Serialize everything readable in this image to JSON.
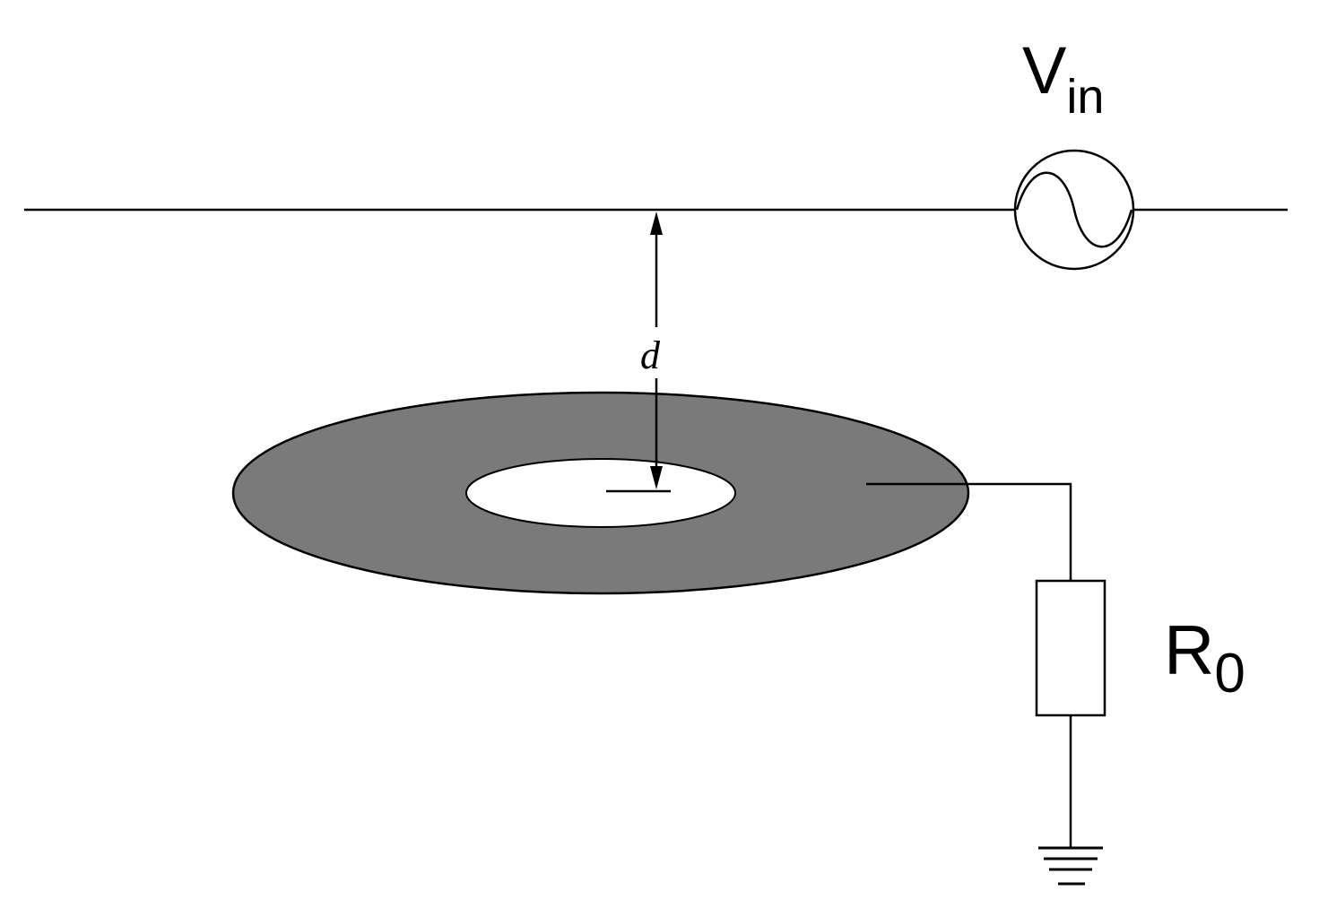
{
  "labels": {
    "source_main": "V",
    "source_sub": "in",
    "distance": "d",
    "resistor_main": "R",
    "resistor_sub": "0"
  },
  "colors": {
    "ring_fill": "#7a7a7a",
    "line": "#000000",
    "background": "#ffffff"
  },
  "icons": {
    "source": "ac-source-icon",
    "resistor": "resistor-icon",
    "ground": "ground-icon"
  }
}
